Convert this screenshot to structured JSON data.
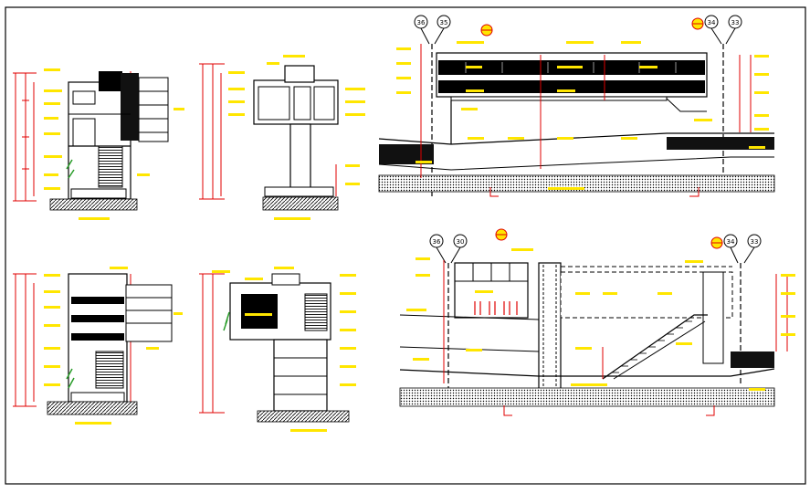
{
  "drawing": {
    "description_free": true,
    "grid_bubbles_top_right": [
      "36",
      "35",
      "34",
      "33"
    ],
    "grid_bubbles_bottom_right": [
      "36",
      "30",
      "34",
      "33"
    ],
    "colors": {
      "line": "#000000",
      "dimension": "#e00000",
      "label": "#ffe600",
      "ground": "#222222",
      "accent": "#2a9d2a"
    }
  }
}
